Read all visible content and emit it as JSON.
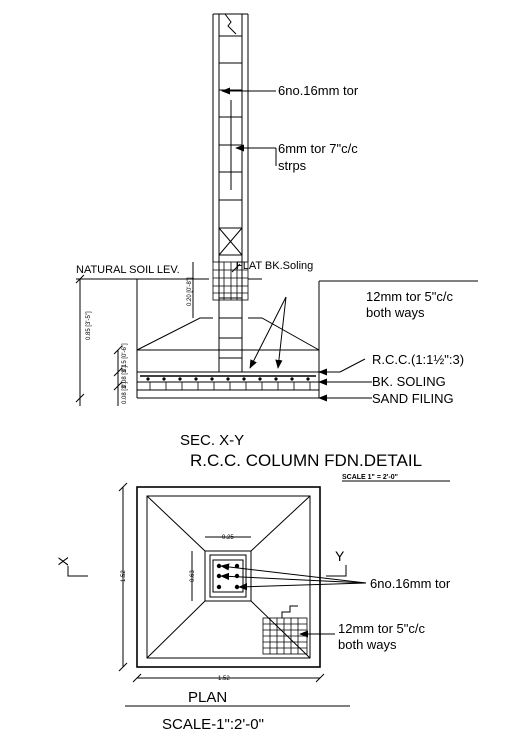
{
  "section": {
    "labels": {
      "main_bars": "6no.16mm  tor",
      "stirrups_1": "6mm  tor  7\"c/c",
      "stirrups_2": "strps",
      "natural_soil": "NATURAL  SOIL  LEV.",
      "flat_soling": "FLAT  BK.Soling",
      "mesh_1": "12mm  tor  5\"c/c",
      "mesh_2": "both  ways",
      "rcc": "R.C.C.(1:1½\":3)",
      "bk_soling": "BK.  SOLING",
      "sand": "SAND  FILING"
    },
    "dims": {
      "depth": "0.85 [3'-5\"]",
      "pedestal": "0.20 [0'-8\"]",
      "d1": "0.15 [0'-6\"]",
      "d2": "0.08 [3\"]",
      "d3": "0.08 [3\"]"
    },
    "caption": "SEC.  X-Y"
  },
  "title": "R.C.C.  COLUMN  FDN.DETAIL",
  "scale_note": "SCALE  1\"  =  2'-0\"",
  "plan": {
    "labels": {
      "x_mark": "X",
      "y_mark": "Y",
      "main_bars": "6no.16mm  tor",
      "mesh_1": "12mm  tor  5\"c/c",
      "mesh_2": "both  ways"
    },
    "dims": {
      "col_width": "0.25",
      "col_depth": "0.63",
      "side": "1.52",
      "width": "1.52"
    },
    "caption": "PLAN",
    "scale": "SCALE-1\":2'-0\""
  }
}
